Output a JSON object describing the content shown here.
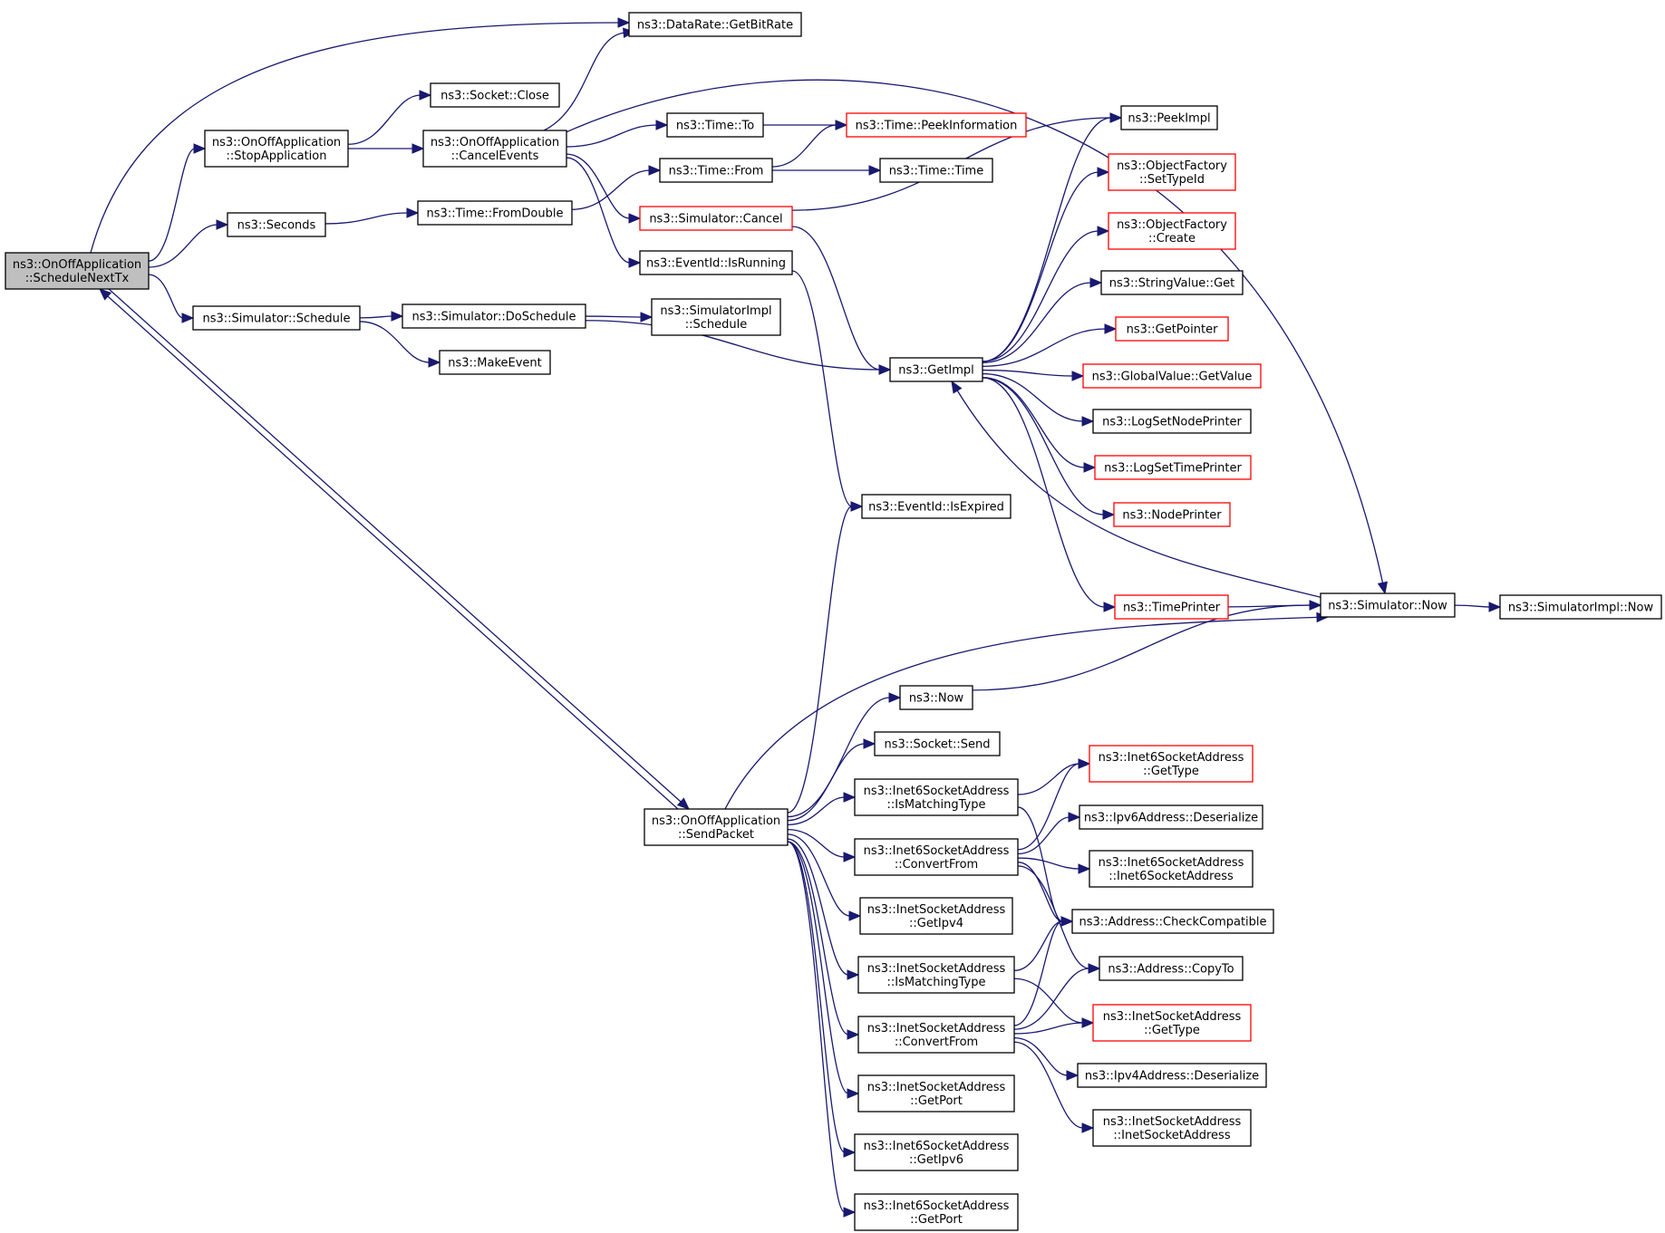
{
  "colors": {
    "edge": "#191970",
    "node_border": "#000000",
    "node_border_truncated": "#ff0000",
    "root_fill": "#bfbfbf",
    "node_fill": "#ffffff"
  },
  "nodes": [
    {
      "id": "root",
      "lines": [
        "ns3::OnOffApplication",
        "::ScheduleNextTx"
      ],
      "style": "root",
      "interactable": false
    },
    {
      "id": "n_getbitrate",
      "lines": [
        "ns3::DataRate::GetBitRate"
      ],
      "style": "normal",
      "interactable": true
    },
    {
      "id": "n_socketclose",
      "lines": [
        "ns3::Socket::Close"
      ],
      "style": "normal",
      "interactable": true
    },
    {
      "id": "n_stopapp",
      "lines": [
        "ns3::OnOffApplication",
        "::StopApplication"
      ],
      "style": "normal",
      "interactable": true
    },
    {
      "id": "n_cancelevents",
      "lines": [
        "ns3::OnOffApplication",
        "::CancelEvents"
      ],
      "style": "normal",
      "interactable": true
    },
    {
      "id": "n_timeto",
      "lines": [
        "ns3::Time::To"
      ],
      "style": "normal",
      "interactable": true
    },
    {
      "id": "n_peekinfo",
      "lines": [
        "ns3::Time::PeekInformation"
      ],
      "style": "truncated",
      "interactable": true
    },
    {
      "id": "n_timefrom",
      "lines": [
        "ns3::Time::From"
      ],
      "style": "normal",
      "interactable": true
    },
    {
      "id": "n_timetime",
      "lines": [
        "ns3::Time::Time"
      ],
      "style": "normal",
      "interactable": true
    },
    {
      "id": "n_seconds",
      "lines": [
        "ns3::Seconds"
      ],
      "style": "normal",
      "interactable": true
    },
    {
      "id": "n_fromdouble",
      "lines": [
        "ns3::Time::FromDouble"
      ],
      "style": "normal",
      "interactable": true
    },
    {
      "id": "n_simcancel",
      "lines": [
        "ns3::Simulator::Cancel"
      ],
      "style": "truncated",
      "interactable": true
    },
    {
      "id": "n_isrunning",
      "lines": [
        "ns3::EventId::IsRunning"
      ],
      "style": "normal",
      "interactable": true
    },
    {
      "id": "n_simschedule",
      "lines": [
        "ns3::Simulator::Schedule"
      ],
      "style": "normal",
      "interactable": true
    },
    {
      "id": "n_doschedule",
      "lines": [
        "ns3::Simulator::DoSchedule"
      ],
      "style": "normal",
      "interactable": true
    },
    {
      "id": "n_simimplschedule",
      "lines": [
        "ns3::SimulatorImpl",
        "::Schedule"
      ],
      "style": "normal",
      "interactable": true
    },
    {
      "id": "n_makeevent",
      "lines": [
        "ns3::MakeEvent"
      ],
      "style": "normal",
      "interactable": true
    },
    {
      "id": "n_getimpl",
      "lines": [
        "ns3::GetImpl"
      ],
      "style": "normal",
      "interactable": true
    },
    {
      "id": "n_peekimpl",
      "lines": [
        "ns3::PeekImpl"
      ],
      "style": "normal",
      "interactable": true
    },
    {
      "id": "n_settypeid",
      "lines": [
        "ns3::ObjectFactory",
        "::SetTypeId"
      ],
      "style": "truncated",
      "interactable": true
    },
    {
      "id": "n_create",
      "lines": [
        "ns3::ObjectFactory",
        "::Create"
      ],
      "style": "truncated",
      "interactable": true
    },
    {
      "id": "n_stringget",
      "lines": [
        "ns3::StringValue::Get"
      ],
      "style": "normal",
      "interactable": true
    },
    {
      "id": "n_getpointer",
      "lines": [
        "ns3::GetPointer"
      ],
      "style": "truncated",
      "interactable": true
    },
    {
      "id": "n_globalget",
      "lines": [
        "ns3::GlobalValue::GetValue"
      ],
      "style": "truncated",
      "interactable": true
    },
    {
      "id": "n_lognodeprinter",
      "lines": [
        "ns3::LogSetNodePrinter"
      ],
      "style": "normal",
      "interactable": true
    },
    {
      "id": "n_logtimeprinter",
      "lines": [
        "ns3::LogSetTimePrinter"
      ],
      "style": "truncated",
      "interactable": true
    },
    {
      "id": "n_nodeprinter",
      "lines": [
        "ns3::NodePrinter"
      ],
      "style": "truncated",
      "interactable": true
    },
    {
      "id": "n_isexpired",
      "lines": [
        "ns3::EventId::IsExpired"
      ],
      "style": "normal",
      "interactable": true
    },
    {
      "id": "n_timeprinter",
      "lines": [
        "ns3::TimePrinter"
      ],
      "style": "truncated",
      "interactable": true
    },
    {
      "id": "n_simnow",
      "lines": [
        "ns3::Simulator::Now"
      ],
      "style": "normal",
      "interactable": true
    },
    {
      "id": "n_simimplnow",
      "lines": [
        "ns3::SimulatorImpl::Now"
      ],
      "style": "normal",
      "interactable": true
    },
    {
      "id": "n_now",
      "lines": [
        "ns3::Now"
      ],
      "style": "normal",
      "interactable": true
    },
    {
      "id": "n_socketsend",
      "lines": [
        "ns3::Socket::Send"
      ],
      "style": "normal",
      "interactable": true
    },
    {
      "id": "n_sendpacket",
      "lines": [
        "ns3::OnOffApplication",
        "::SendPacket"
      ],
      "style": "normal",
      "interactable": true
    },
    {
      "id": "n_i6ismatch",
      "lines": [
        "ns3::Inet6SocketAddress",
        "::IsMatchingType"
      ],
      "style": "normal",
      "interactable": true
    },
    {
      "id": "n_i6gettype",
      "lines": [
        "ns3::Inet6SocketAddress",
        "::GetType"
      ],
      "style": "truncated",
      "interactable": true
    },
    {
      "id": "n_ipv6deser",
      "lines": [
        "ns3::Ipv6Address::Deserialize"
      ],
      "style": "normal",
      "interactable": true
    },
    {
      "id": "n_i6convert",
      "lines": [
        "ns3::Inet6SocketAddress",
        "::ConvertFrom"
      ],
      "style": "normal",
      "interactable": true
    },
    {
      "id": "n_i6ctor",
      "lines": [
        "ns3::Inet6SocketAddress",
        "::Inet6SocketAddress"
      ],
      "style": "normal",
      "interactable": true
    },
    {
      "id": "n_checkcompat",
      "lines": [
        "ns3::Address::CheckCompatible"
      ],
      "style": "normal",
      "interactable": true
    },
    {
      "id": "n_getipv4",
      "lines": [
        "ns3::InetSocketAddress",
        "::GetIpv4"
      ],
      "style": "normal",
      "interactable": true
    },
    {
      "id": "n_i4ismatch",
      "lines": [
        "ns3::InetSocketAddress",
        "::IsMatchingType"
      ],
      "style": "normal",
      "interactable": true
    },
    {
      "id": "n_copyto",
      "lines": [
        "ns3::Address::CopyTo"
      ],
      "style": "normal",
      "interactable": true
    },
    {
      "id": "n_i4convert",
      "lines": [
        "ns3::InetSocketAddress",
        "::ConvertFrom"
      ],
      "style": "normal",
      "interactable": true
    },
    {
      "id": "n_i4gettype",
      "lines": [
        "ns3::InetSocketAddress",
        "::GetType"
      ],
      "style": "truncated",
      "interactable": true
    },
    {
      "id": "n_ipv4deser",
      "lines": [
        "ns3::Ipv4Address::Deserialize"
      ],
      "style": "normal",
      "interactable": true
    },
    {
      "id": "n_i4ctor",
      "lines": [
        "ns3::InetSocketAddress",
        "::InetSocketAddress"
      ],
      "style": "normal",
      "interactable": true
    },
    {
      "id": "n_i4getport",
      "lines": [
        "ns3::InetSocketAddress",
        "::GetPort"
      ],
      "style": "normal",
      "interactable": true
    },
    {
      "id": "n_i6getipv6",
      "lines": [
        "ns3::Inet6SocketAddress",
        "::GetIpv6"
      ],
      "style": "normal",
      "interactable": true
    },
    {
      "id": "n_i6getport",
      "lines": [
        "ns3::Inet6SocketAddress",
        "::GetPort"
      ],
      "style": "normal",
      "interactable": true
    }
  ],
  "edges": [
    [
      "root",
      "n_getbitrate"
    ],
    [
      "root",
      "n_stopapp"
    ],
    [
      "root",
      "n_seconds"
    ],
    [
      "root",
      "n_simschedule"
    ],
    [
      "root",
      "n_sendpacket"
    ],
    [
      "n_stopapp",
      "n_socketclose"
    ],
    [
      "n_stopapp",
      "n_cancelevents"
    ],
    [
      "n_cancelevents",
      "n_getbitrate"
    ],
    [
      "n_cancelevents",
      "n_simnow"
    ],
    [
      "n_cancelevents",
      "n_timeto"
    ],
    [
      "n_cancelevents",
      "n_simcancel"
    ],
    [
      "n_cancelevents",
      "n_isrunning"
    ],
    [
      "n_timeto",
      "n_peekinfo"
    ],
    [
      "n_timefrom",
      "n_peekinfo"
    ],
    [
      "n_timefrom",
      "n_timetime"
    ],
    [
      "n_seconds",
      "n_fromdouble"
    ],
    [
      "n_fromdouble",
      "n_timefrom"
    ],
    [
      "n_simcancel",
      "n_peekimpl"
    ],
    [
      "n_simcancel",
      "n_getimpl"
    ],
    [
      "n_isrunning",
      "n_isexpired"
    ],
    [
      "n_simschedule",
      "n_doschedule"
    ],
    [
      "n_simschedule",
      "n_makeevent"
    ],
    [
      "n_doschedule",
      "n_simimplschedule"
    ],
    [
      "n_doschedule",
      "n_getimpl"
    ],
    [
      "n_getimpl",
      "n_peekimpl"
    ],
    [
      "n_getimpl",
      "n_settypeid"
    ],
    [
      "n_getimpl",
      "n_create"
    ],
    [
      "n_getimpl",
      "n_stringget"
    ],
    [
      "n_getimpl",
      "n_getpointer"
    ],
    [
      "n_getimpl",
      "n_globalget"
    ],
    [
      "n_getimpl",
      "n_lognodeprinter"
    ],
    [
      "n_getimpl",
      "n_logtimeprinter"
    ],
    [
      "n_getimpl",
      "n_nodeprinter"
    ],
    [
      "n_getimpl",
      "n_timeprinter"
    ],
    [
      "n_simnow",
      "n_getimpl"
    ],
    [
      "n_timeprinter",
      "n_simnow"
    ],
    [
      "n_simnow",
      "n_simimplnow"
    ],
    [
      "n_now",
      "n_simnow"
    ],
    [
      "n_sendpacket",
      "root"
    ],
    [
      "n_sendpacket",
      "n_isexpired"
    ],
    [
      "n_sendpacket",
      "n_simnow"
    ],
    [
      "n_sendpacket",
      "n_now"
    ],
    [
      "n_sendpacket",
      "n_socketsend"
    ],
    [
      "n_sendpacket",
      "n_i6ismatch"
    ],
    [
      "n_sendpacket",
      "n_i6convert"
    ],
    [
      "n_sendpacket",
      "n_getipv4"
    ],
    [
      "n_sendpacket",
      "n_i4ismatch"
    ],
    [
      "n_sendpacket",
      "n_i4convert"
    ],
    [
      "n_sendpacket",
      "n_i4getport"
    ],
    [
      "n_sendpacket",
      "n_i6getipv6"
    ],
    [
      "n_sendpacket",
      "n_i6getport"
    ],
    [
      "n_i6ismatch",
      "n_i6gettype"
    ],
    [
      "n_i6ismatch",
      "n_checkcompat"
    ],
    [
      "n_i6convert",
      "n_i6gettype"
    ],
    [
      "n_i6convert",
      "n_ipv6deser"
    ],
    [
      "n_i6convert",
      "n_i6ctor"
    ],
    [
      "n_i6convert",
      "n_checkcompat"
    ],
    [
      "n_i6convert",
      "n_copyto"
    ],
    [
      "n_i4ismatch",
      "n_checkcompat"
    ],
    [
      "n_i4ismatch",
      "n_i4gettype"
    ],
    [
      "n_i4convert",
      "n_checkcompat"
    ],
    [
      "n_i4convert",
      "n_copyto"
    ],
    [
      "n_i4convert",
      "n_i4gettype"
    ],
    [
      "n_i4convert",
      "n_ipv4deser"
    ],
    [
      "n_i4convert",
      "n_i4ctor"
    ]
  ]
}
